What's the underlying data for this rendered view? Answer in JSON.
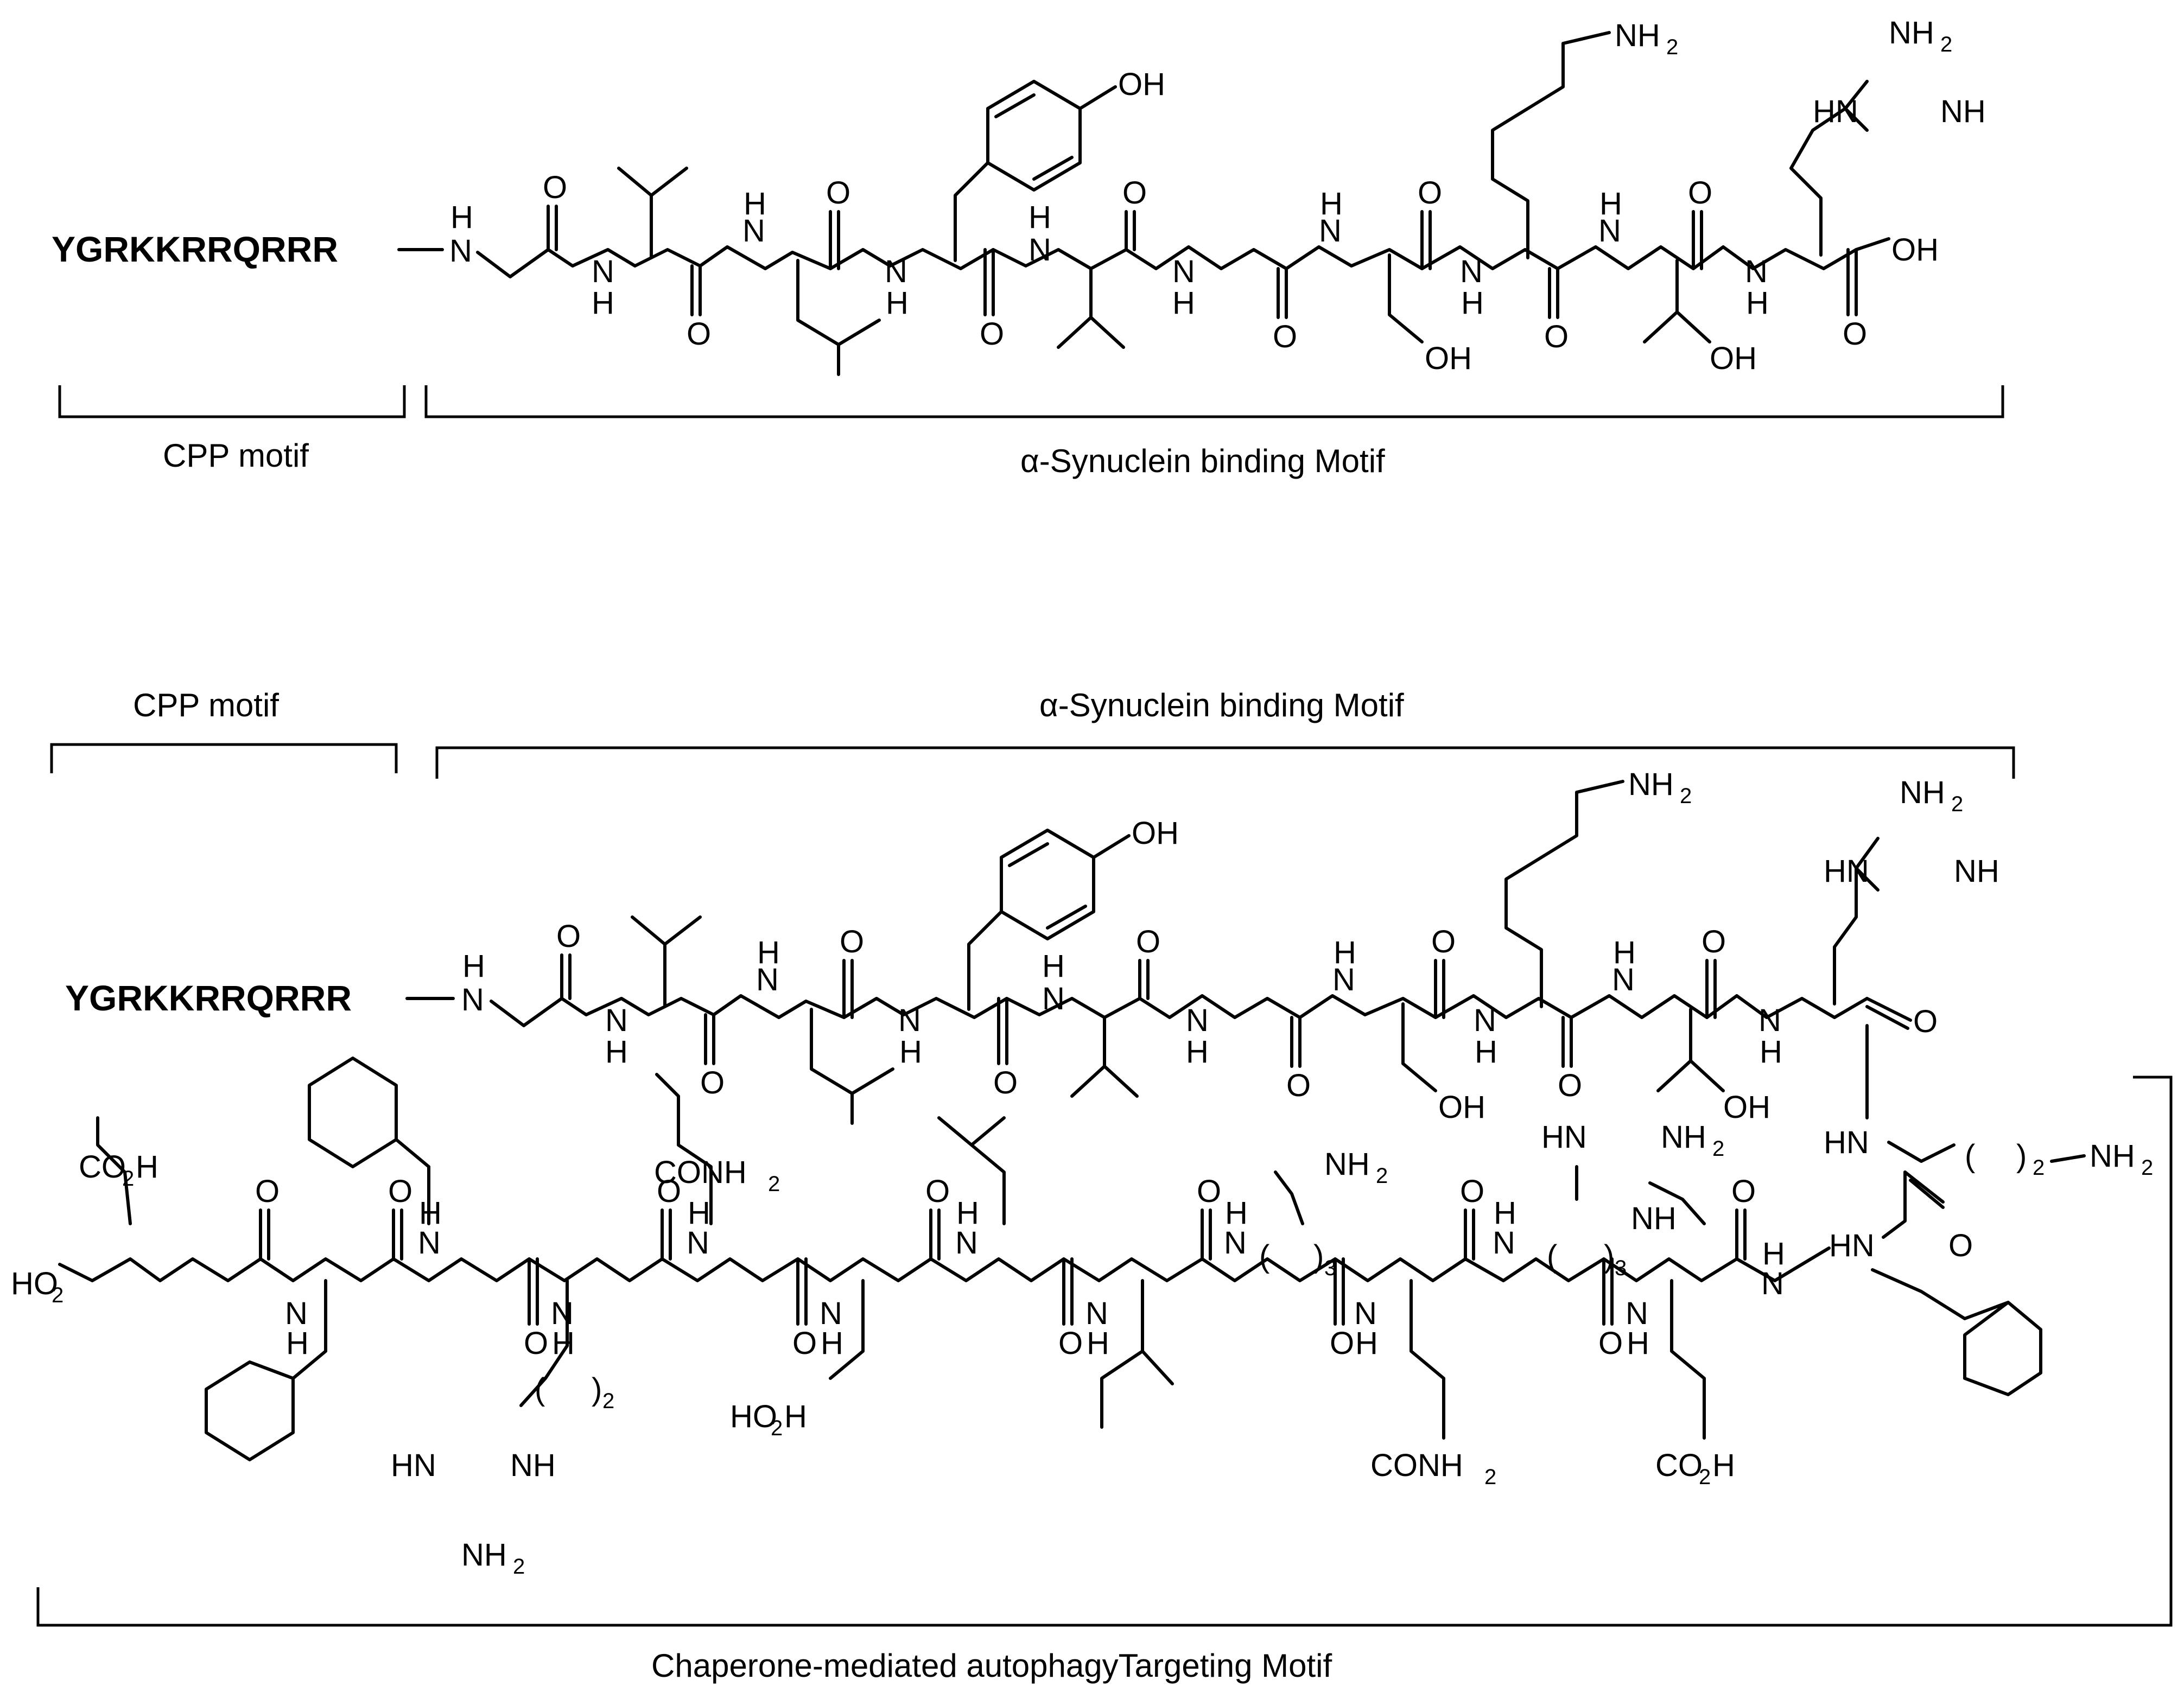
{
  "top": {
    "sequence": "YGRKKRRQRRR",
    "cpp_label": "CPP motif",
    "syn_label": "α-Synuclein binding Motif"
  },
  "bottom": {
    "sequence": "YGRKKRRQRRR",
    "cpp_label": "CPP motif",
    "syn_label": "α-Synuclein binding Motif",
    "cma_label": "Chaperone-mediated autophagyTargeting Motif"
  },
  "atoms": {
    "O": "O",
    "N": "N",
    "H": "H",
    "OH": "OH",
    "NH": "NH",
    "HN": "HN",
    "NH2": "NH",
    "two": "2",
    "three": "3",
    "CO2H": "CO",
    "HO2C": "HO",
    "CONH2": "CONH",
    "paren_open": "(",
    "paren_close": ")"
  }
}
